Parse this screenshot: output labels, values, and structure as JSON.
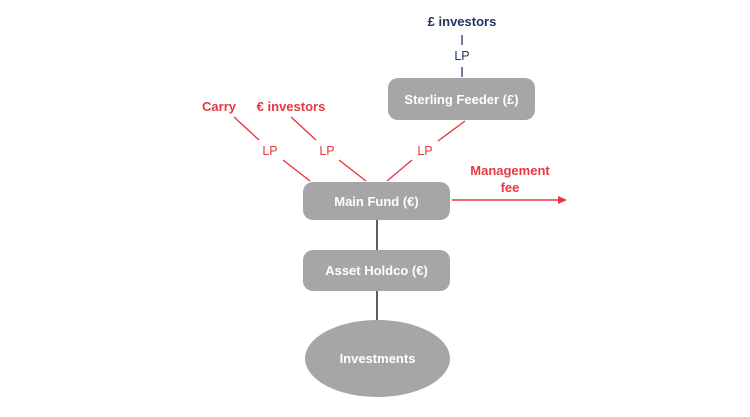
{
  "colors": {
    "navy": "#1F3864",
    "red": "#E6383F",
    "node_gray": "#A6A6A6",
    "node_text": "#FFFFFF",
    "connector_black": "#1A1A1A"
  },
  "top_flow": {
    "investors_label": "£ investors",
    "lp_label": "LP"
  },
  "left_flow": {
    "carry_label": "Carry",
    "eur_investors_label": "€ investors",
    "lp_carry_label": "LP",
    "lp_eur_label": "LP",
    "lp_feeder_label": "LP"
  },
  "right_flow": {
    "management_fee_label": "Management fee"
  },
  "nodes": {
    "sterling_feeder": "Sterling Feeder (£)",
    "main_fund": "Main Fund (€)",
    "asset_holdco": "Asset Holdco (€)",
    "investments": "Investments"
  }
}
